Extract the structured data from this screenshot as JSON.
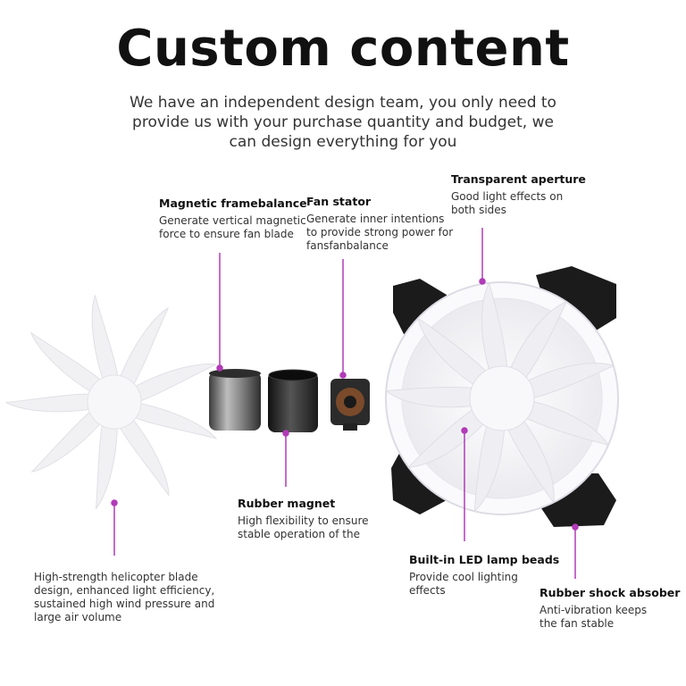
{
  "title": "Custom content",
  "subtitle": [
    "We have an independent design team, you only need to",
    "provide us with your purchase quantity and budget, we",
    "can design everything for you"
  ],
  "callouts": {
    "transparent_aperture": {
      "title": "Transparent aperture",
      "lines": [
        "Good light effects on",
        "both sides"
      ]
    },
    "magnetic_frame": {
      "title": "Magnetic framebalance",
      "lines": [
        "Generate vertical magnetic",
        "force to ensure fan blade"
      ]
    },
    "fan_stator": {
      "title": "Fan stator",
      "lines": [
        "Generate inner intentions",
        "to provide strong power for",
        "fansfanbalance"
      ]
    },
    "rubber_magnet": {
      "title": "Rubber magnet",
      "lines": [
        "High flexibility to ensure",
        "stable operation of the"
      ]
    },
    "blade": {
      "title": "",
      "lines": [
        "High-strength helicopter blade",
        "design, enhanced light efficiency,",
        "sustained high wind pressure and",
        "large air volume"
      ]
    },
    "led_beads": {
      "title": "Built-in LED lamp beads",
      "lines": [
        "Provide cool lighting",
        "effects"
      ]
    },
    "shock_absorber": {
      "title": "Rubber shock absober",
      "lines": [
        "Anti-vibration keeps",
        "the fan stable"
      ]
    }
  },
  "colors": {
    "accent_line": "#b23ab8",
    "frame": "#1a1a1a",
    "blade": "#f4f4f6",
    "metal": "#5a5a5a"
  }
}
